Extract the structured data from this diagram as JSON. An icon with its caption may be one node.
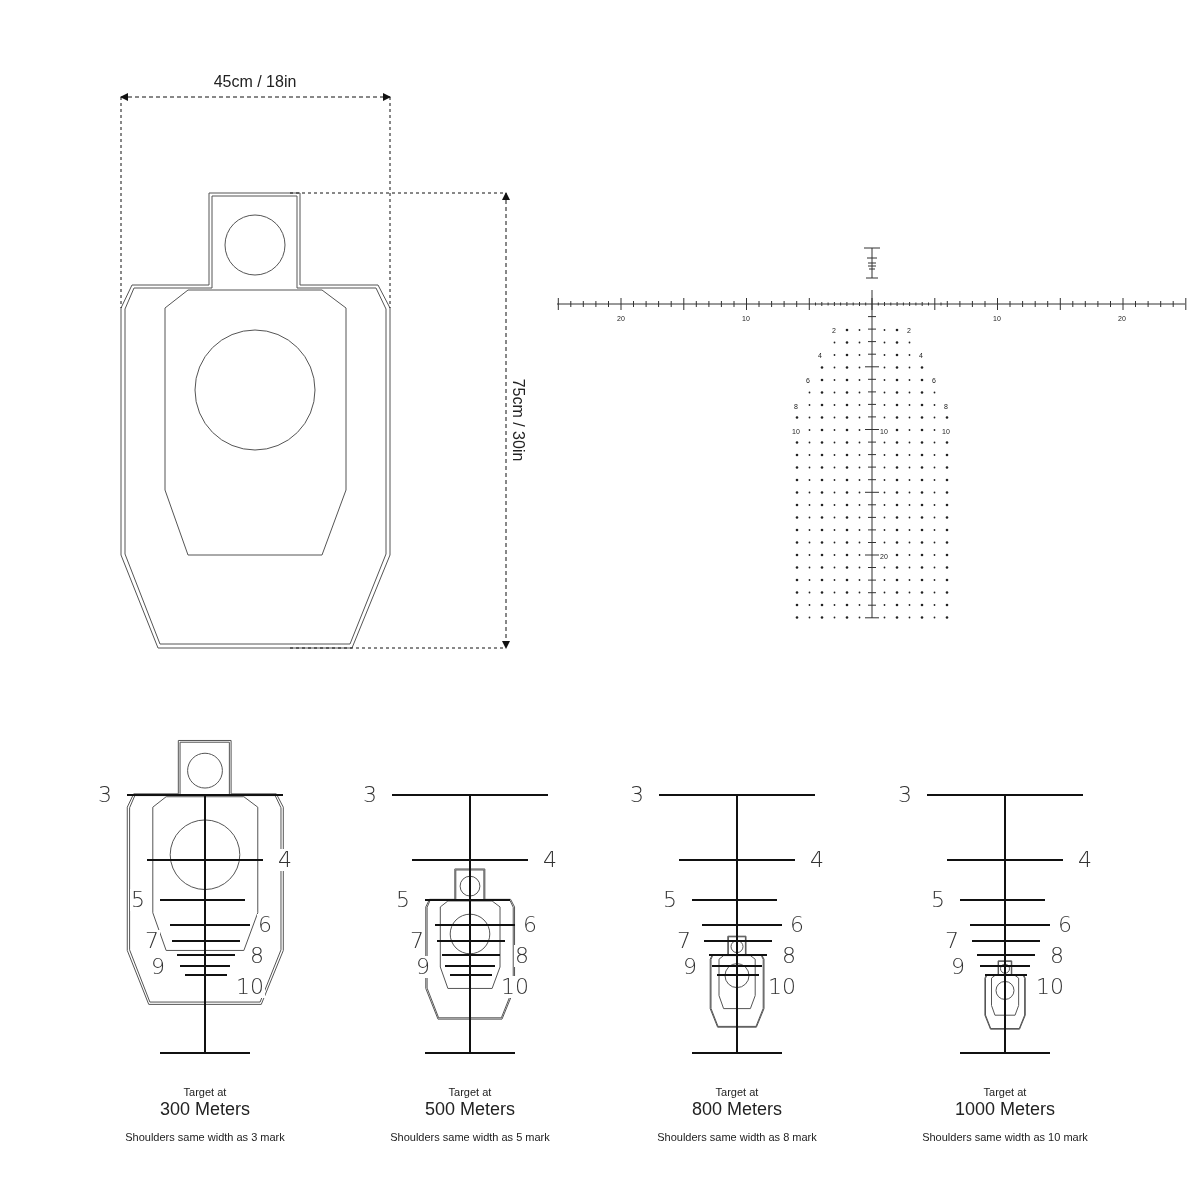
{
  "diagram": {
    "labels": [
      "45cm / 18in",
      "75cm / 30in",
      "20",
      "10",
      "10",
      "20",
      "2",
      "2",
      "4",
      "4",
      "6",
      "6",
      "8",
      "8",
      "10",
      "10",
      "10",
      "20",
      "3",
      "4",
      "5",
      "6",
      "7",
      "8",
      "9",
      "10",
      "Target at",
      "300 Meters",
      "Shoulders same width as 3 mark",
      "3",
      "4",
      "5",
      "6",
      "7",
      "8",
      "9",
      "10",
      "Target at",
      "500 Meters",
      "Shoulders same width as 5 mark",
      "3",
      "4",
      "5",
      "6",
      "7",
      "8",
      "9",
      "10",
      "Target at",
      "800 Meters",
      "Shoulders same width as 8 mark",
      "3",
      "4",
      "5",
      "6",
      "7",
      "8",
      "9",
      "10",
      "Target at",
      "1000 Meters",
      "Shoulders same width as 10 mark"
    ]
  }
}
